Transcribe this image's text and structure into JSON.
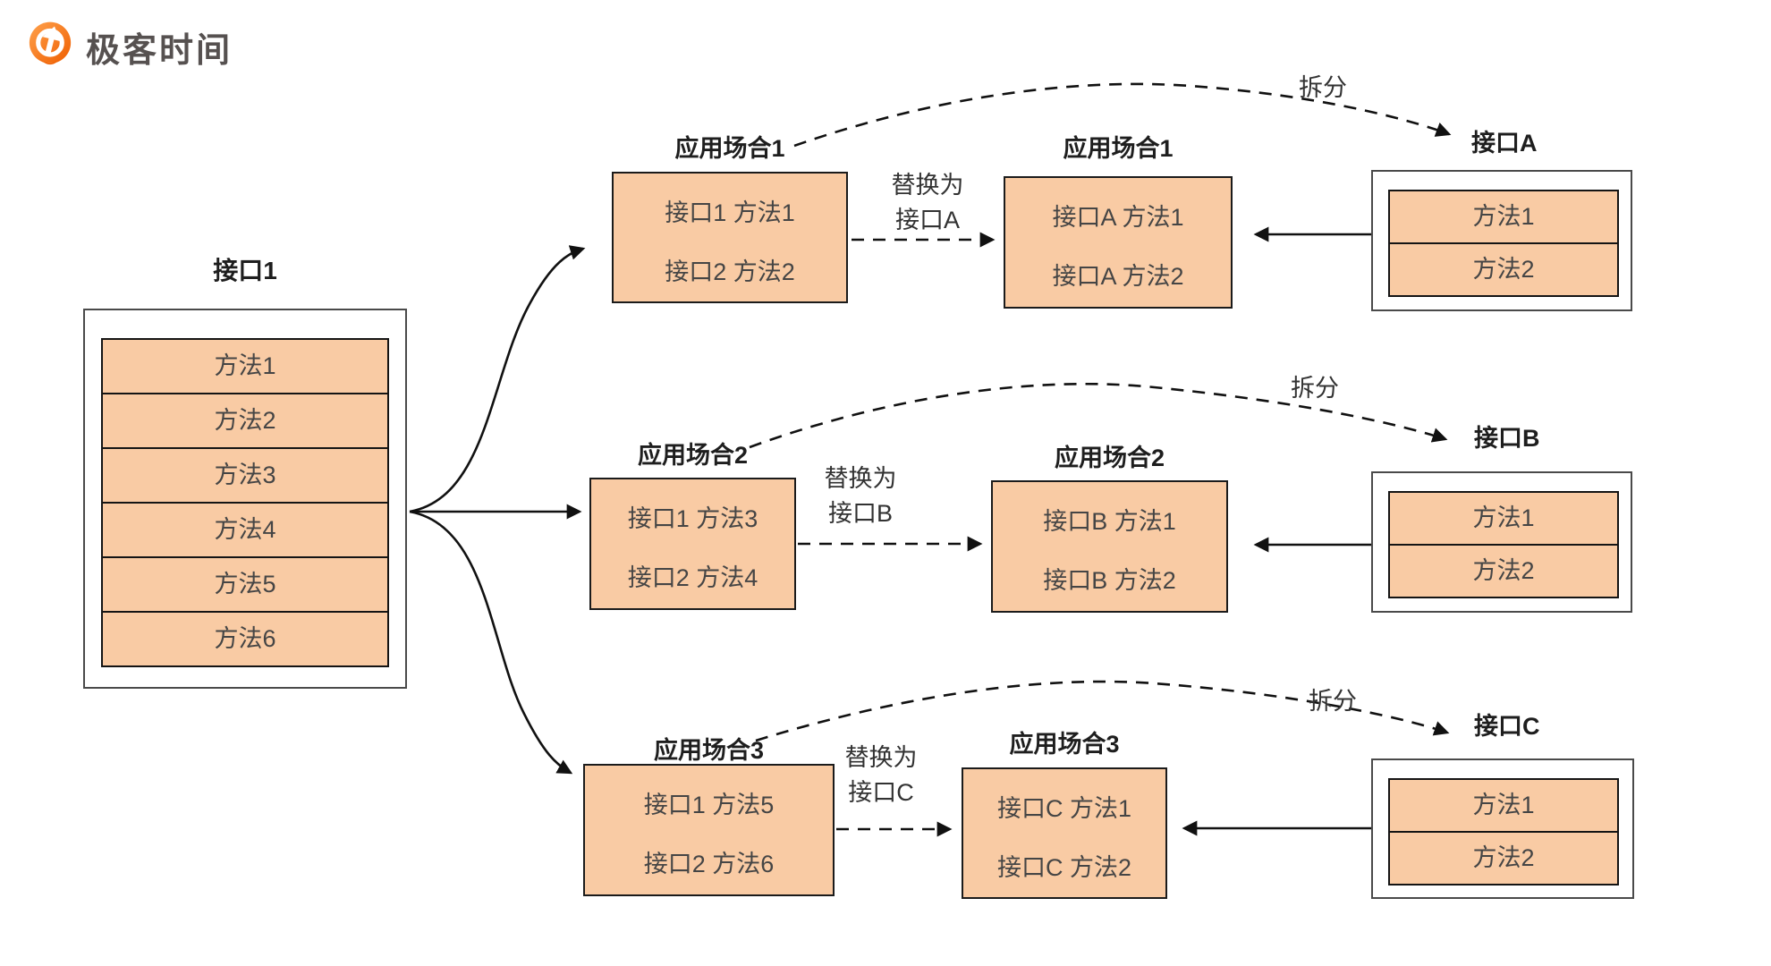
{
  "logo": {
    "text": "极客时间"
  },
  "colors": {
    "box_fill": "#F9CBA4",
    "row_border": "#141414",
    "outer_border": "#4A4A4A",
    "brand_orange": "#F2690D",
    "text_dark": "#1E1E1E",
    "text_gray": "#454545"
  },
  "interface1": {
    "title": "接口1",
    "methods": [
      "方法1",
      "方法2",
      "方法3",
      "方法4",
      "方法5",
      "方法6"
    ]
  },
  "rows": [
    {
      "scenario": "应用场合1",
      "left_box": {
        "line1": "接口1 方法1",
        "line2": "接口2 方法2"
      },
      "replace": {
        "line1": "替换为",
        "line2": "接口A"
      },
      "right_box": {
        "line1": "接口A 方法1",
        "line2": "接口A 方法2"
      },
      "split": "拆分",
      "interface": {
        "title": "接口A",
        "methods": [
          "方法1",
          "方法2"
        ]
      }
    },
    {
      "scenario": "应用场合2",
      "left_box": {
        "line1": "接口1 方法3",
        "line2": "接口2 方法4"
      },
      "replace": {
        "line1": "替换为",
        "line2": "接口B"
      },
      "right_box": {
        "line1": "接口B 方法1",
        "line2": "接口B 方法2"
      },
      "split": "拆分",
      "interface": {
        "title": "接口B",
        "methods": [
          "方法1",
          "方法2"
        ]
      }
    },
    {
      "scenario": "应用场合3",
      "left_box": {
        "line1": "接口1 方法5",
        "line2": "接口2 方法6"
      },
      "replace": {
        "line1": "替换为",
        "line2": "接口C"
      },
      "right_box": {
        "line1": "接口C 方法1",
        "line2": "接口C 方法2"
      },
      "split": "拆分",
      "interface": {
        "title": "接口C",
        "methods": [
          "方法1",
          "方法2"
        ]
      }
    }
  ]
}
